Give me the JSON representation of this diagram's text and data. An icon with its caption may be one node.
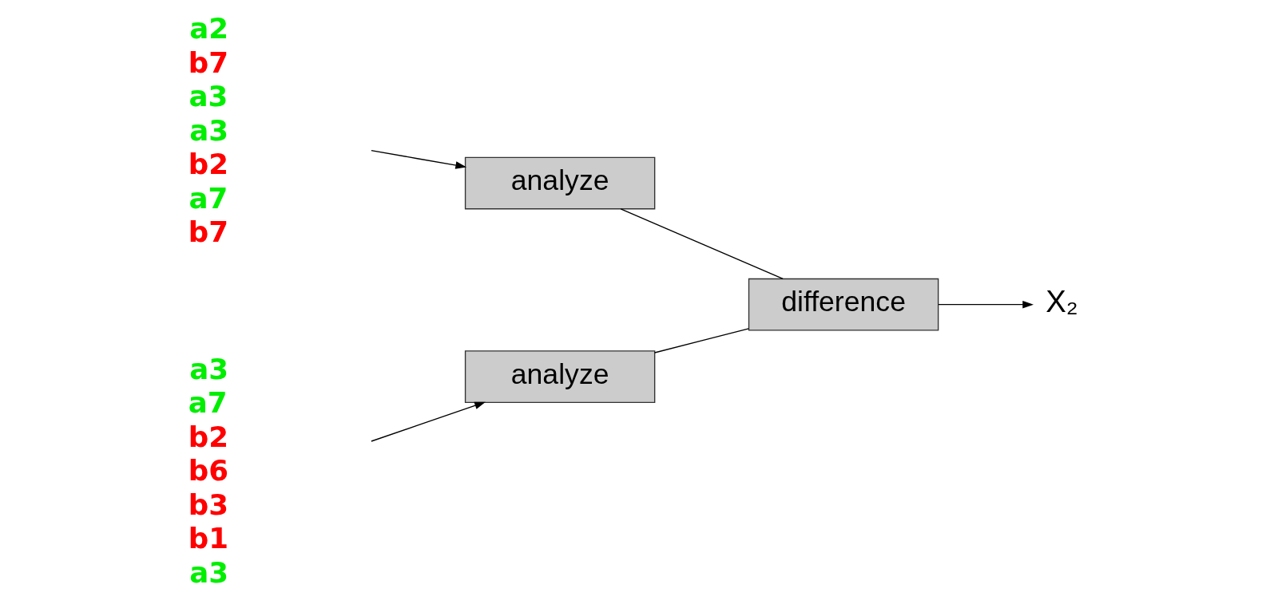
{
  "diagram": {
    "nodes": [
      {
        "text": [
          "a2",
          "b7",
          "a3",
          "a3",
          "b2",
          "a7",
          "b7"
        ]
      },
      {
        "text": [
          "analyze"
        ]
      },
      {
        "text": [
          "a3",
          "a7",
          "b2",
          "b6",
          "b3",
          "b1",
          "a3"
        ]
      },
      {
        "text": [
          "analyze"
        ]
      },
      {
        "text": [
          "difference"
        ]
      },
      {
        "text": [
          "X₂"
        ]
      }
    ],
    "edges": [
      {
        "from": 0,
        "to": 1,
        "arrow": "to"
      },
      {
        "from": 2,
        "to": 3,
        "arrow": "to"
      },
      {
        "from": 1,
        "to": 4,
        "arrow": "none"
      },
      {
        "from": 3,
        "to": 4,
        "arrow": "none"
      },
      {
        "from": 4,
        "to": 5,
        "arrow": "to"
      }
    ]
  }
}
